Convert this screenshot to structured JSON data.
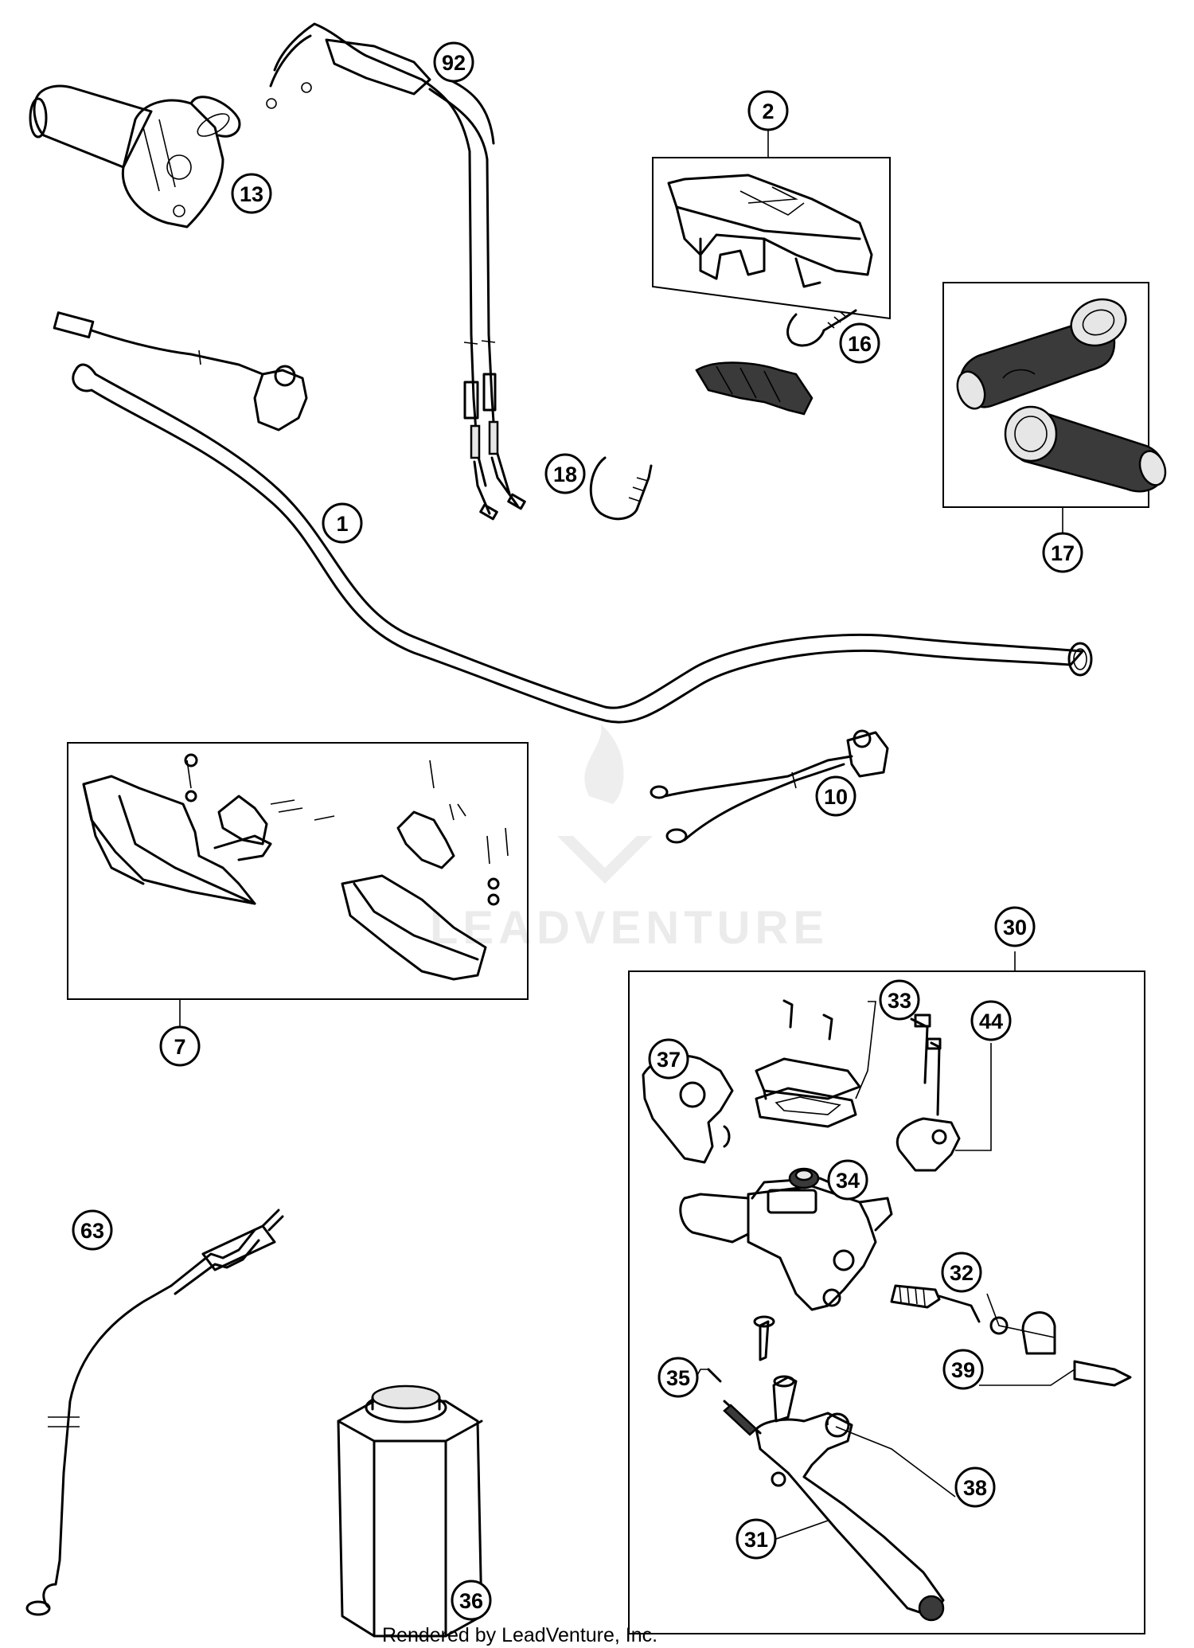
{
  "callouts": [
    {
      "label": "92"
    },
    {
      "label": "13"
    },
    {
      "label": "2"
    },
    {
      "label": "16"
    },
    {
      "label": "17"
    },
    {
      "label": "18"
    },
    {
      "label": "1"
    },
    {
      "label": "10"
    },
    {
      "label": "7"
    },
    {
      "label": "30"
    },
    {
      "label": "33"
    },
    {
      "label": "44"
    },
    {
      "label": "37"
    },
    {
      "label": "34"
    },
    {
      "label": "32"
    },
    {
      "label": "39"
    },
    {
      "label": "35"
    },
    {
      "label": "38"
    },
    {
      "label": "31"
    },
    {
      "label": "63"
    },
    {
      "label": "36"
    }
  ],
  "footer": {
    "text": "Rendered by LeadVenture, Inc."
  },
  "watermark": {
    "text": "LEADVENTURE"
  },
  "colors": {
    "line": "#000000",
    "background": "#ffffff",
    "watermark": "#e9e9e9"
  }
}
